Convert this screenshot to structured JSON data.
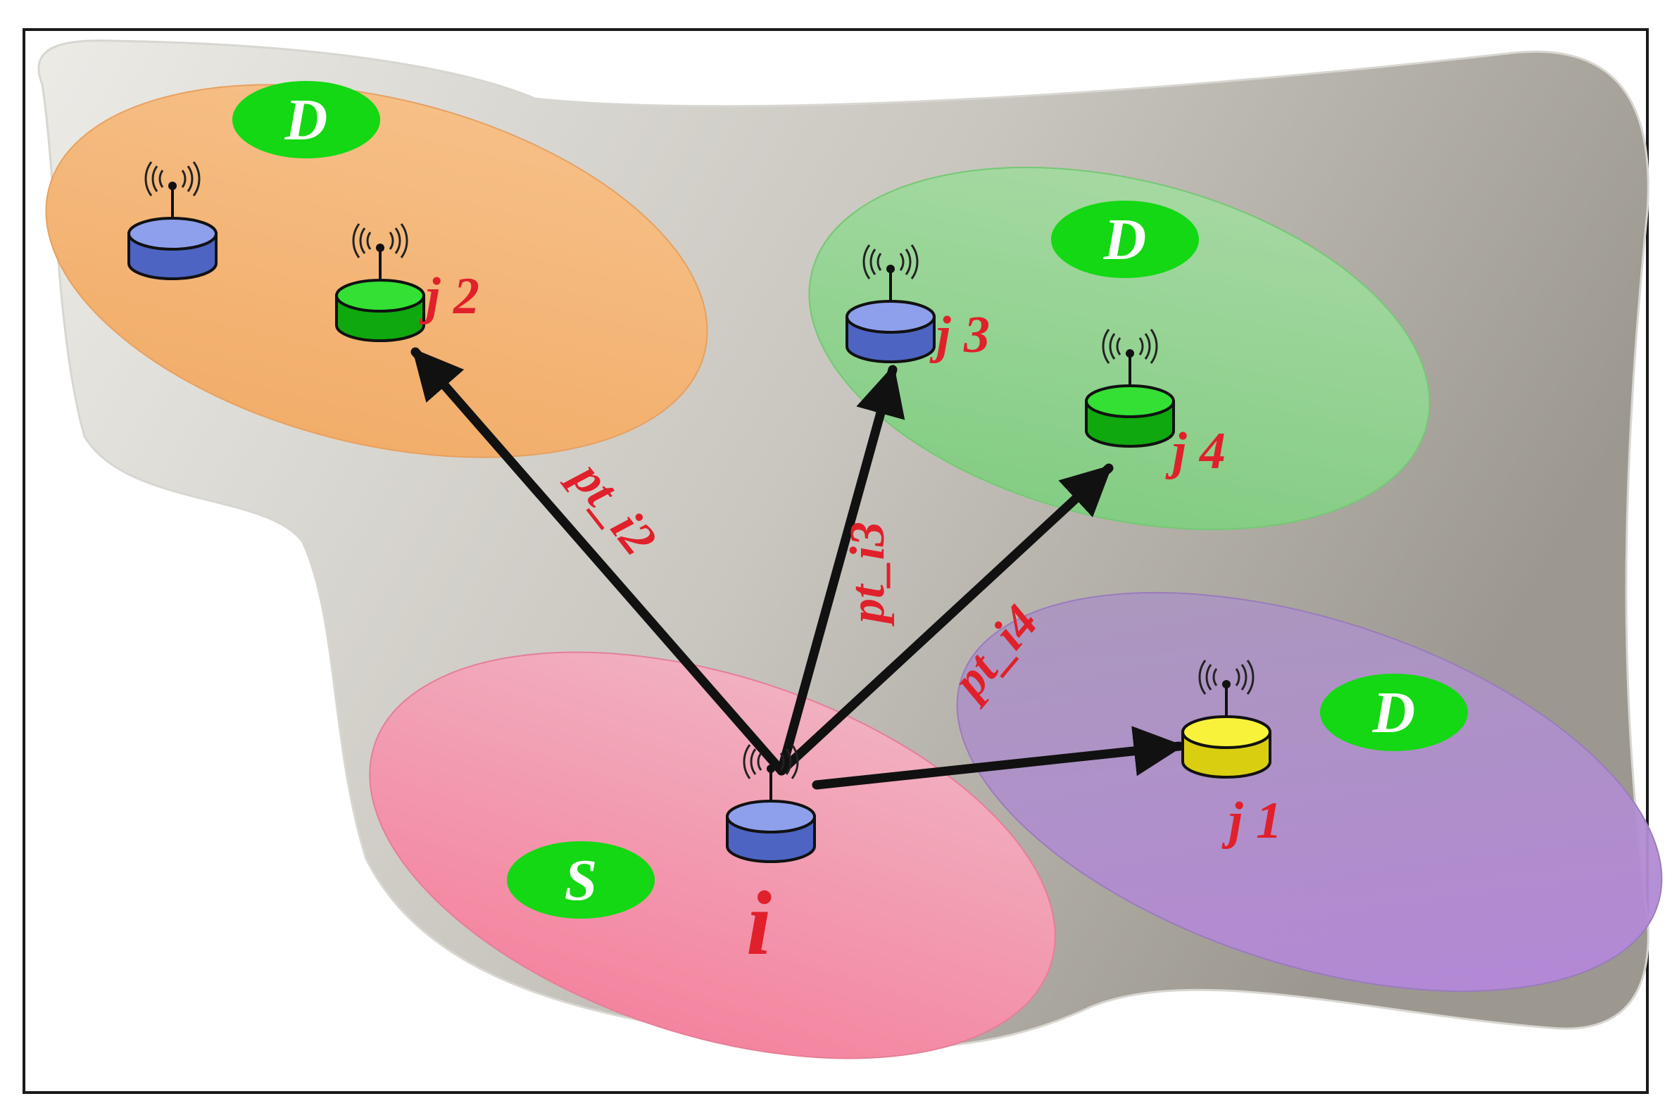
{
  "colors": {
    "background": "#ffffff",
    "frame": "#1a1a1a",
    "region_fill_light": "#ecebe6",
    "region_fill_dark": "#9c9890",
    "zone_orange": "#f6b877",
    "zone_green": "#8bd68b",
    "zone_purple": "#b07fdc",
    "zone_pink": "#f48aa8",
    "zone_label_bg": "#13d813",
    "zone_label_text": "#ffffff",
    "node_label": "#e0202a",
    "arrow": "#111111",
    "node_blue": "#6f86e0",
    "node_green": "#1fd41f",
    "node_yellow": "#f8f23a"
  },
  "zones": [
    {
      "id": "zone-d-orange",
      "label": "D",
      "color_key": "zone_orange"
    },
    {
      "id": "zone-d-green",
      "label": "D",
      "color_key": "zone_green"
    },
    {
      "id": "zone-d-purple",
      "label": "D",
      "color_key": "zone_purple"
    },
    {
      "id": "zone-s-pink",
      "label": "S",
      "color_key": "zone_pink"
    }
  ],
  "nodes": [
    {
      "id": "node-unlabeled",
      "label": "",
      "color_key": "node_blue"
    },
    {
      "id": "node-j2",
      "label": "j 2",
      "color_key": "node_green"
    },
    {
      "id": "node-j3",
      "label": "j 3",
      "color_key": "node_blue"
    },
    {
      "id": "node-j4",
      "label": "j 4",
      "color_key": "node_green"
    },
    {
      "id": "node-j1",
      "label": "j 1",
      "color_key": "node_yellow"
    },
    {
      "id": "node-i",
      "label": "i",
      "color_key": "node_blue"
    }
  ],
  "links": [
    {
      "id": "link-i-j2",
      "from": "i",
      "to": "j 2",
      "label": "pt_i2"
    },
    {
      "id": "link-i-j3",
      "from": "i",
      "to": "j 3",
      "label": "pt_i3"
    },
    {
      "id": "link-i-j4",
      "from": "i",
      "to": "j 4",
      "label": "pt_i4"
    },
    {
      "id": "link-i-j1",
      "from": "i",
      "to": "j 1",
      "label": ""
    }
  ]
}
